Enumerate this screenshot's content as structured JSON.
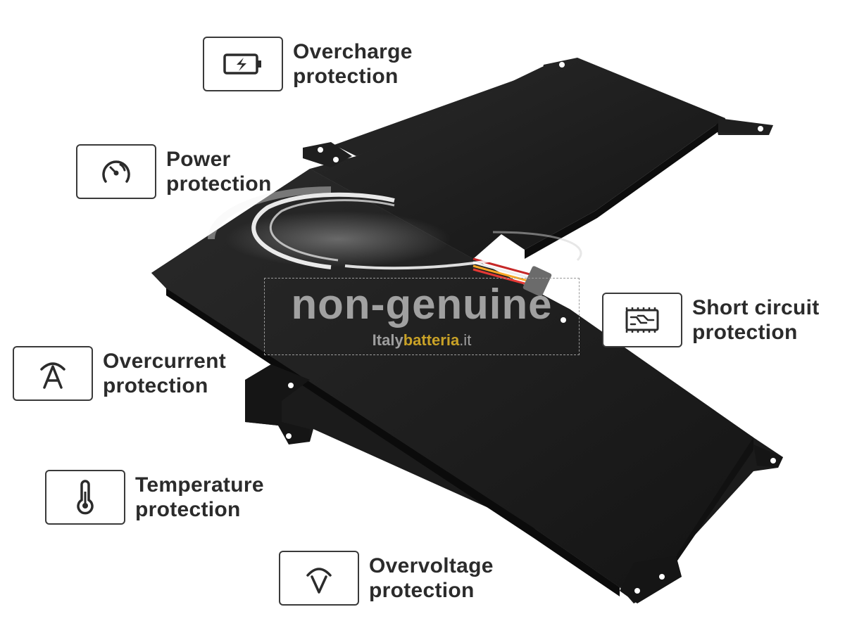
{
  "features": {
    "overcharge": {
      "line1": "Overcharge",
      "line2": "protection",
      "icon": "battery-charging-icon"
    },
    "power": {
      "line1": "Power",
      "line2": "protection",
      "icon": "gauge-icon"
    },
    "short_circuit": {
      "line1": "Short circuit",
      "line2": "protection",
      "icon": "circuit-board-icon"
    },
    "overcurrent": {
      "line1": "Overcurrent",
      "line2": "protection",
      "icon": "ampere-icon"
    },
    "temperature": {
      "line1": "Temperature",
      "line2": "protection",
      "icon": "thermometer-icon"
    },
    "overvoltage": {
      "line1": "Overvoltage",
      "line2": "protection",
      "icon": "voltage-icon"
    }
  },
  "watermark": {
    "text": "non-genuine",
    "brand_italy": "Italy",
    "brand_batteria": "batteria",
    "brand_tld": ".it"
  },
  "colors": {
    "battery": "#1c1c1c",
    "border": "#3a3a3a",
    "text": "#2b2b2b",
    "brand_accent": "#c9a227"
  }
}
